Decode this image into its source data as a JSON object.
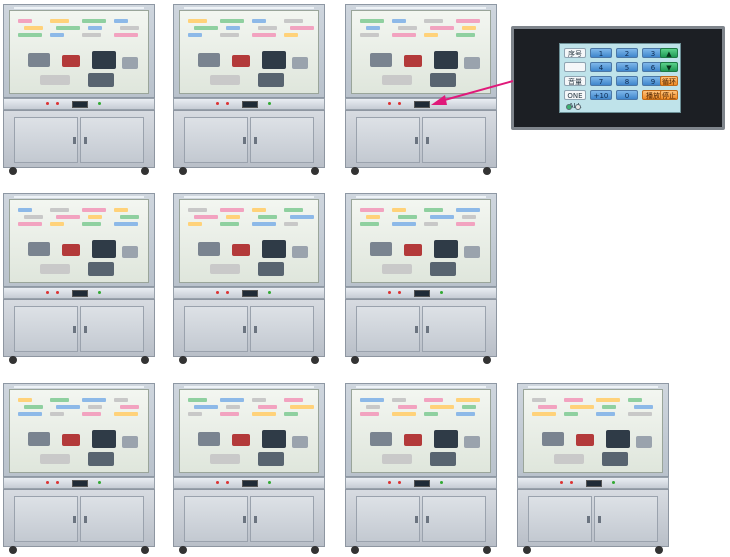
{
  "keypad": {
    "keys": [
      "序号",
      "1",
      "2",
      "3",
      "▲",
      "",
      "4",
      "5",
      "6",
      "▼",
      "音量",
      "7",
      "8",
      "9",
      "循环",
      "ONE ALL",
      "+10",
      "0",
      "播放",
      "停止"
    ],
    "colors": {
      "blue": "#3f86cc",
      "green": "#1f9a55",
      "orange": "#f08a24"
    }
  },
  "cabinets": [
    {
      "id": "row1-col1"
    },
    {
      "id": "row1-col2"
    },
    {
      "id": "row1-col3"
    },
    {
      "id": "row2-col1"
    },
    {
      "id": "row2-col2"
    },
    {
      "id": "row2-col3"
    },
    {
      "id": "row3-col1"
    },
    {
      "id": "row3-col2"
    },
    {
      "id": "row3-col3"
    },
    {
      "id": "row3-col4"
    }
  ],
  "accent": {
    "callout_arrow": "#e0197a",
    "board_green": "#d5ebc9",
    "board_pink": "#f6c1d4"
  }
}
